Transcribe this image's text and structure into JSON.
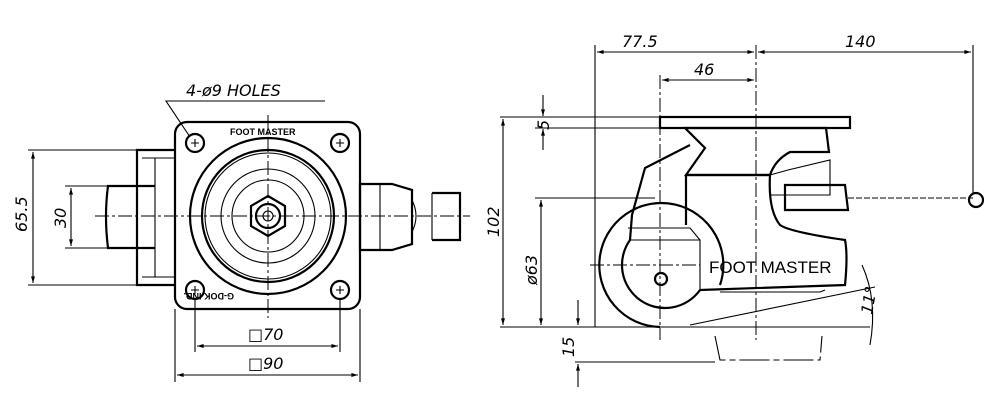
{
  "top_view": {
    "holes_note": "4-ø9 HOLES",
    "brand_top": "FOOT MASTER",
    "brand_bottom": "G-DOK IND.",
    "dim_height": "65.5",
    "dim_wheel": "30",
    "dim_hole_pitch": "□70",
    "dim_plate": "□90"
  },
  "side_view": {
    "dim_offset": "77.5",
    "dim_lever": "140",
    "dim_swivel": "46",
    "dim_plate_thickness": "5",
    "dim_total_height": "102",
    "dim_wheel_dia": "ø63",
    "dim_lift": "15",
    "dim_angle": "11°",
    "brand": "FOOT MASTER"
  }
}
